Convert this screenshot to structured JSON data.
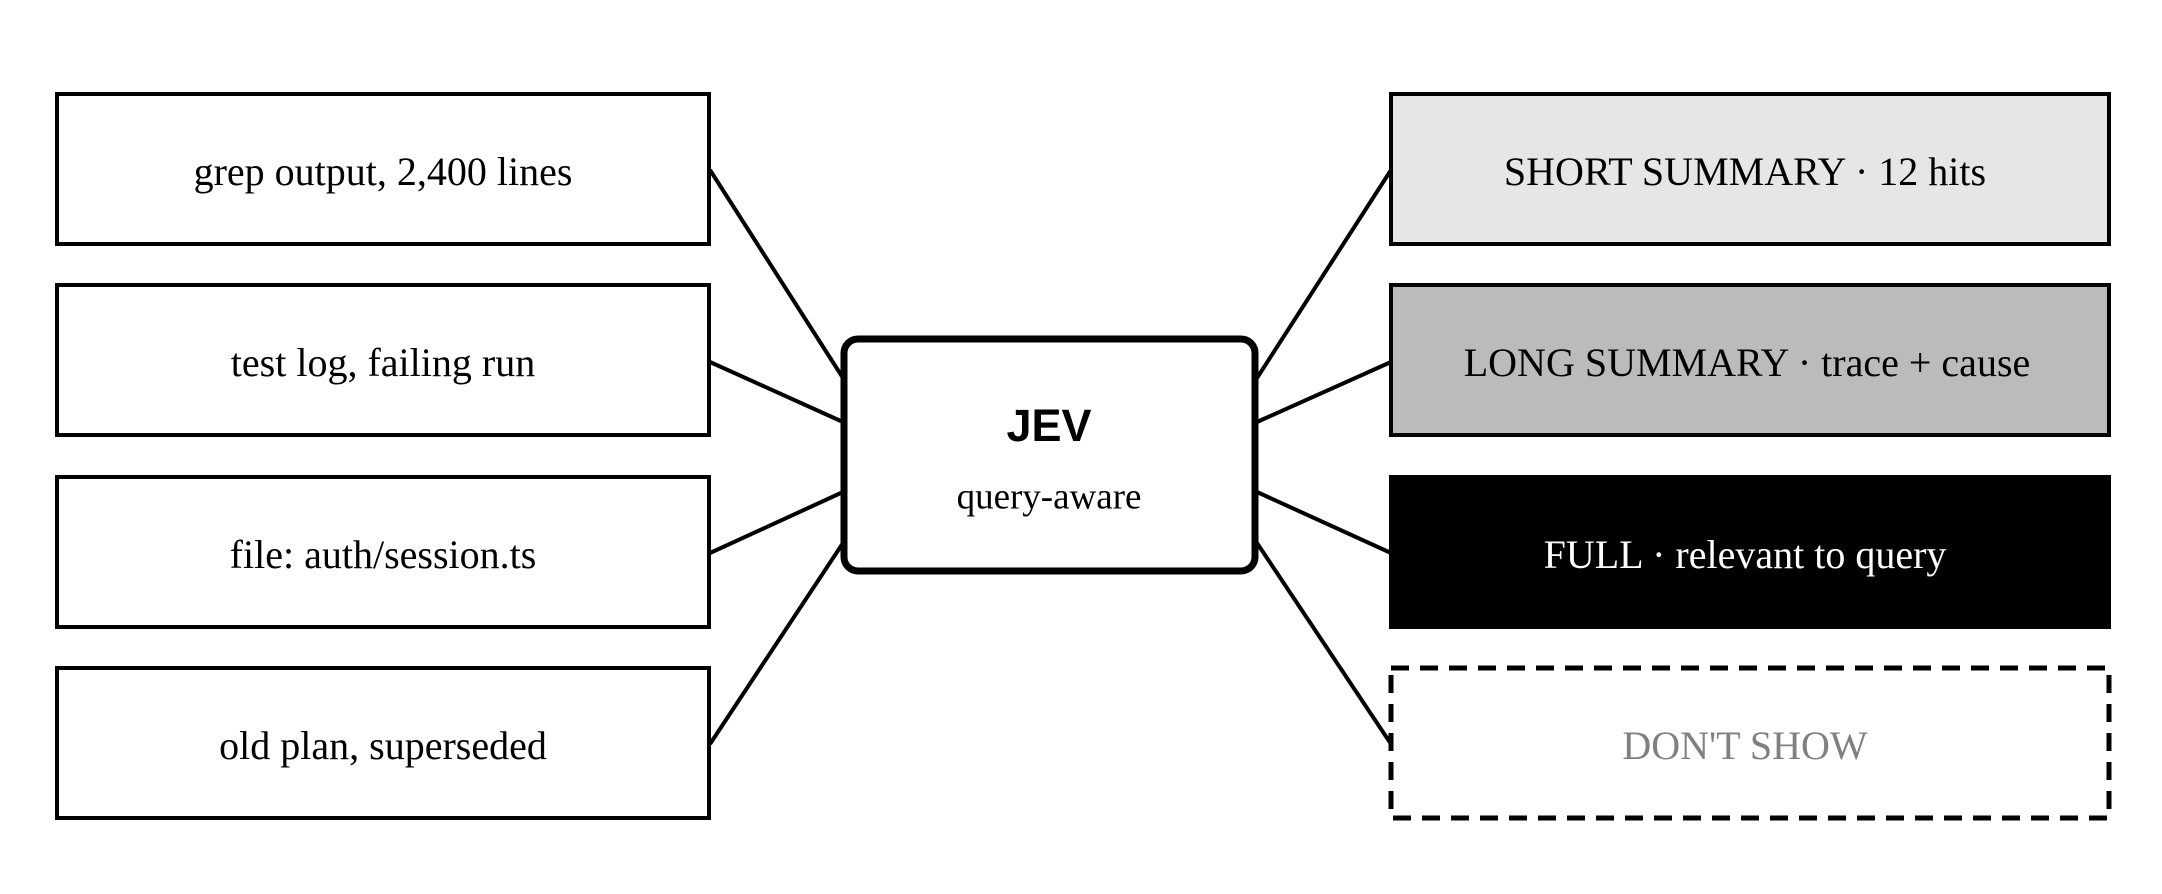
{
  "center": {
    "title": "JEV",
    "subtitle": "query-aware"
  },
  "inputs": [
    {
      "label": "grep output, 2,400 lines"
    },
    {
      "label": "test log, failing run"
    },
    {
      "label": "file: auth/session.ts"
    },
    {
      "label": "old plan, superseded"
    }
  ],
  "outputs": [
    {
      "label": "SHORT SUMMARY · 12 hits",
      "fill": "#e6e6e6",
      "text_color": "#000000",
      "style": "solid"
    },
    {
      "label": "LONG SUMMARY · trace + cause",
      "fill": "#bbbbbb",
      "text_color": "#000000",
      "style": "solid"
    },
    {
      "label": "FULL · relevant to query",
      "fill": "#000000",
      "text_color": "#ffffff",
      "style": "filled"
    },
    {
      "label": "DON'T SHOW",
      "fill": "#ffffff",
      "text_color": "#808080",
      "style": "dashed"
    }
  ]
}
